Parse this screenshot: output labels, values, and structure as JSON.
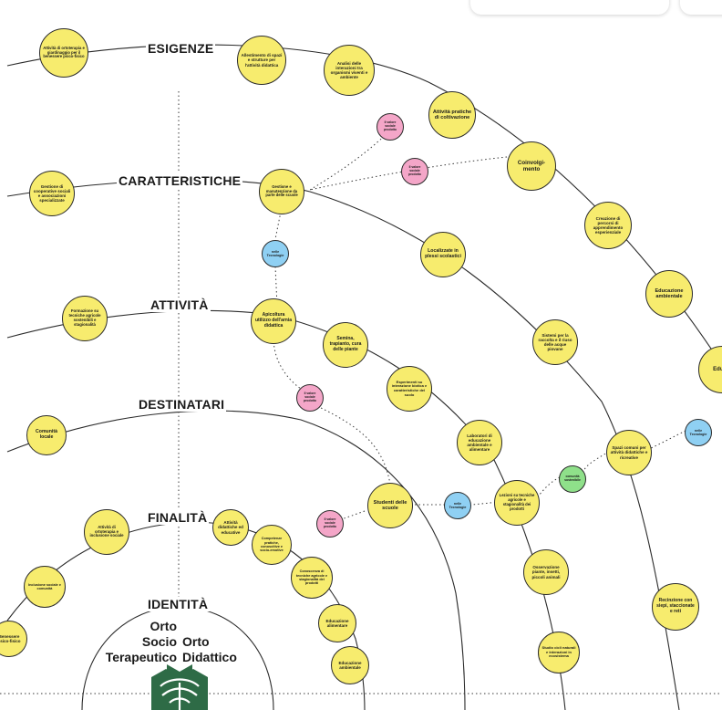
{
  "layers": [
    {
      "id": "esigenze",
      "label": "ESIGENZE"
    },
    {
      "id": "caratteristiche",
      "label": "CARATTERISTICHE"
    },
    {
      "id": "attivita",
      "label": "ATTIVITÀ"
    },
    {
      "id": "destinatari",
      "label": "DESTINATARI"
    },
    {
      "id": "finalita",
      "label": "FINALITÀ"
    },
    {
      "id": "identita",
      "label": "IDENTITÀ"
    }
  ],
  "center": {
    "left": [
      "Orto",
      "Socio",
      "Terapeutico"
    ],
    "right": [
      "Orto",
      "Didattico"
    ],
    "logo_icon": "tree-logo-icon"
  },
  "nodes": [
    {
      "id": "n1",
      "text": "Attività di ortoterapia e giardinaggio per il benessere psico-fisico",
      "color": "yellow"
    },
    {
      "id": "n2",
      "text": "Allestimento di spazi e strutture per l'attività didattica",
      "color": "yellow"
    },
    {
      "id": "n3",
      "text": "Analisi delle interazioni tra organismi viventi e ambiente",
      "color": "yellow"
    },
    {
      "id": "n4",
      "text": "Attività pratiche di coltivazione",
      "color": "yellow"
    },
    {
      "id": "n5",
      "text": "Il valore sociale prodotto",
      "color": "pink"
    },
    {
      "id": "n6",
      "text": "Il valore sociale prodotto",
      "color": "pink"
    },
    {
      "id": "n7",
      "text": "Coinvolgi-mento",
      "color": "yellow"
    },
    {
      "id": "n8",
      "text": "Gestione di cooperative sociali e associazioni specializzate",
      "color": "yellow"
    },
    {
      "id": "n9",
      "text": "Gestione e manutenzione da parte delle scuole",
      "color": "yellow"
    },
    {
      "id": "n10",
      "text": "Creazione di percorsi di apprendimento esperienziale",
      "color": "yellow"
    },
    {
      "id": "n11",
      "text": "nelle Tecnologie",
      "color": "blue"
    },
    {
      "id": "n12",
      "text": "Localizzate in plessi scolastici",
      "color": "yellow"
    },
    {
      "id": "n13",
      "text": "Educazione ambientale",
      "color": "yellow"
    },
    {
      "id": "n14",
      "text": "Formazione su tecniche agricole sostenibili e stagionalità",
      "color": "yellow"
    },
    {
      "id": "n15",
      "text": "Apicoltura utilizzo dell'arnia didattica",
      "color": "yellow"
    },
    {
      "id": "n16",
      "text": "Semina, trapianto, cura delle piante",
      "color": "yellow"
    },
    {
      "id": "n17",
      "text": "Sistemi per la raccolta e il riuso delle acque piovane",
      "color": "yellow"
    },
    {
      "id": "n18",
      "text": "Edu ali",
      "color": "yellow"
    },
    {
      "id": "n19",
      "text": "Esperimenti su interazione biotica e caratteristiche del suolo",
      "color": "yellow"
    },
    {
      "id": "n20",
      "text": "Il valore sociale prodotto",
      "color": "pink"
    },
    {
      "id": "n21",
      "text": "Comunità locale",
      "color": "yellow"
    },
    {
      "id": "n22",
      "text": "Laboratori di educazione ambientale e alimentare",
      "color": "yellow"
    },
    {
      "id": "n23",
      "text": "nelle Tecnologie",
      "color": "blue"
    },
    {
      "id": "n24",
      "text": "Spazi comuni per attività didattiche e ricreative",
      "color": "yellow"
    },
    {
      "id": "n25",
      "text": "comunità sostenibile",
      "color": "green"
    },
    {
      "id": "n26",
      "text": "Studenti delle scuole",
      "color": "yellow"
    },
    {
      "id": "n27",
      "text": "nelle Tecnologie",
      "color": "blue"
    },
    {
      "id": "n28",
      "text": "Lezioni su tecniche agricole e stagionalità dei prodotti",
      "color": "yellow"
    },
    {
      "id": "n29",
      "text": "Attività di ortoterapia e inclusione sociale",
      "color": "yellow"
    },
    {
      "id": "n30",
      "text": "Attività didattiche ed educative",
      "color": "yellow"
    },
    {
      "id": "n31",
      "text": "Il valore sociale prodotto",
      "color": "pink"
    },
    {
      "id": "n32",
      "text": "Competenze pratiche, conoscitive e socio-emotive",
      "color": "yellow"
    },
    {
      "id": "n33",
      "text": "Conoscenza di tecniche agricole e stagionalità dei prodotti",
      "color": "yellow"
    },
    {
      "id": "n34",
      "text": "Osservazione piante, insetti, piccoli animali",
      "color": "yellow"
    },
    {
      "id": "n35",
      "text": "Recinzione con siepi, staccionate e reti",
      "color": "yellow"
    },
    {
      "id": "n36",
      "text": "Inclusione sociale e comunità",
      "color": "yellow"
    },
    {
      "id": "n37",
      "text": "Educazione alimentare",
      "color": "yellow"
    },
    {
      "id": "n38",
      "text": "Benessere psico-fisico",
      "color": "yellow"
    },
    {
      "id": "n39",
      "text": "Studio cicli naturali e interazioni in ecosistema",
      "color": "yellow"
    },
    {
      "id": "n40",
      "text": "Educazione ambientale",
      "color": "yellow"
    }
  ]
}
